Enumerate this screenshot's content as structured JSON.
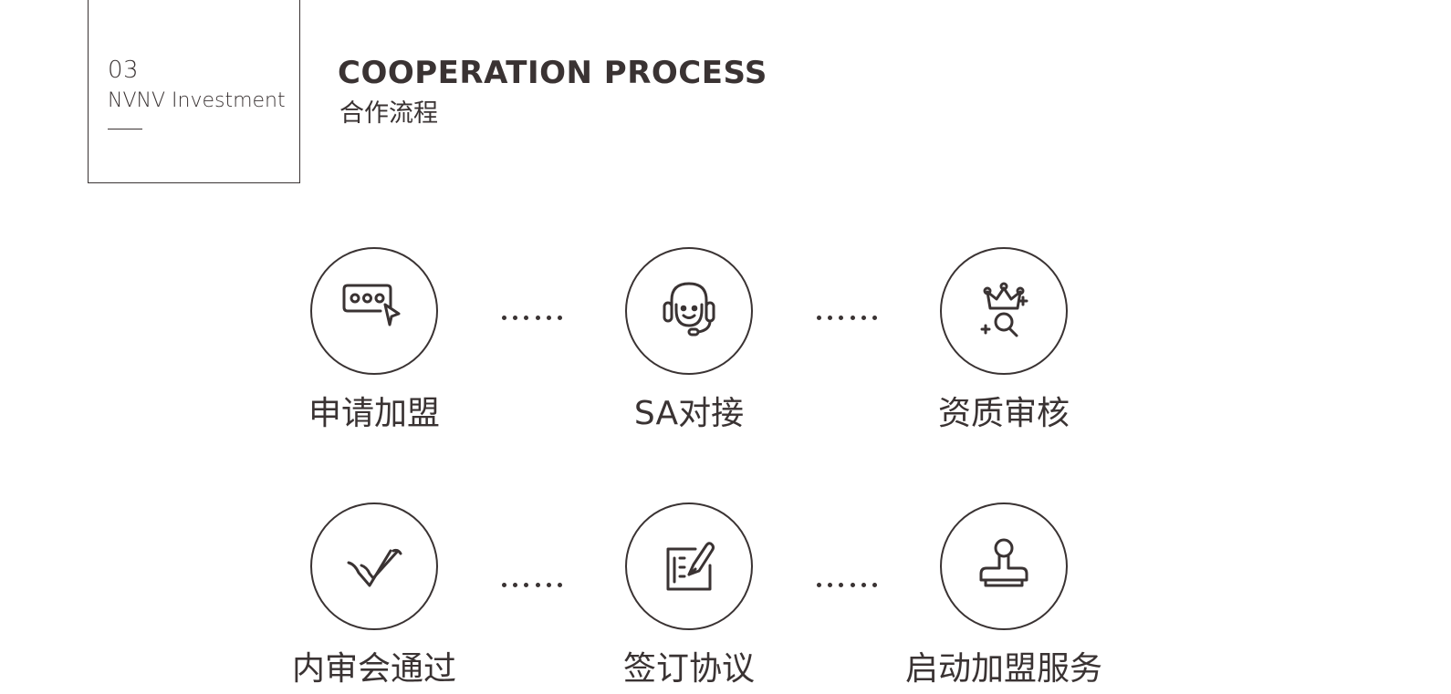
{
  "section": {
    "number": "03",
    "subtitle": "NVNV Investment"
  },
  "title": {
    "en": "COOPERATION PROCESS",
    "cn": "合作流程"
  },
  "steps": [
    {
      "label": "申请加盟",
      "icon": "apply-form-icon"
    },
    {
      "label": "SA对接",
      "icon": "headset-support-icon"
    },
    {
      "label": "资质审核",
      "icon": "qualification-review-icon"
    },
    {
      "label": "内审会通过",
      "icon": "double-check-icon"
    },
    {
      "label": "签订协议",
      "icon": "sign-agreement-icon"
    },
    {
      "label": "启动加盟服务",
      "icon": "stamp-icon"
    }
  ],
  "colors": {
    "ink": "#3a3333",
    "background": "#ffffff"
  }
}
